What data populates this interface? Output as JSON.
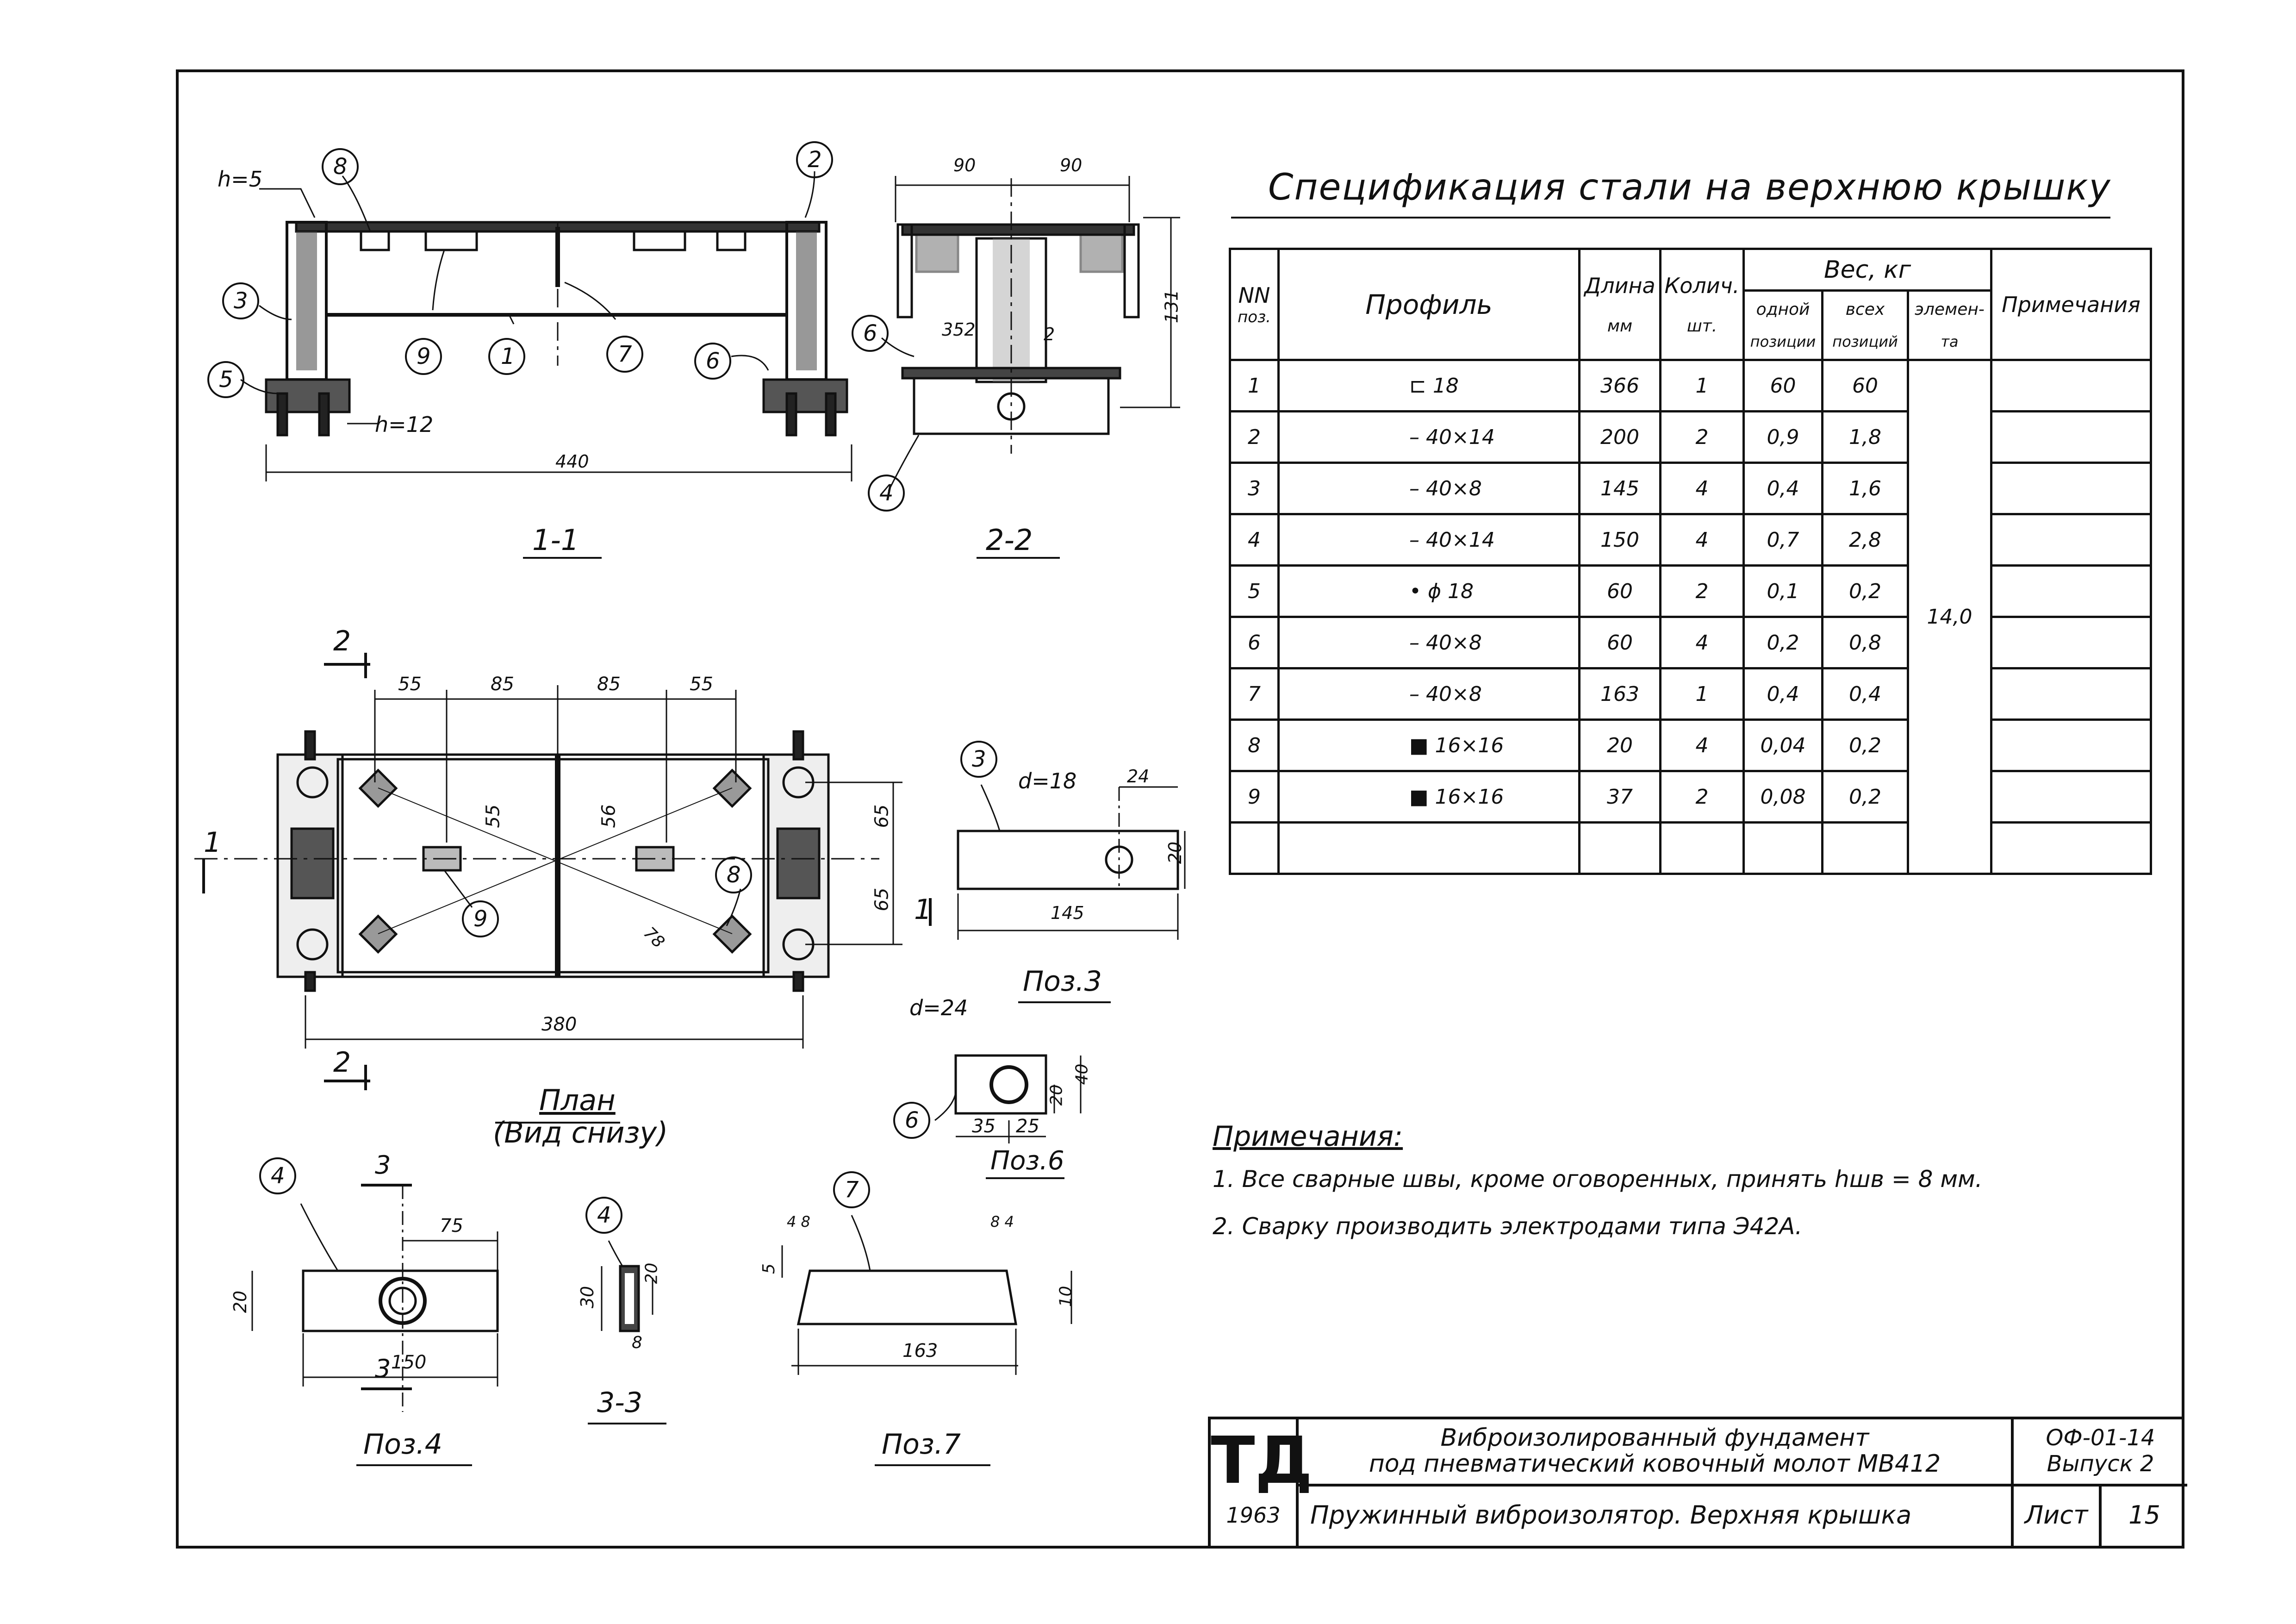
{
  "drawing": {
    "sections": [
      "1-1",
      "2-2"
    ],
    "plan_title": "План",
    "plan_subtitle": "(Вид снизу)",
    "details": [
      "Поз.3",
      "Поз.6",
      "Поз.4",
      "3-3",
      "Поз.7"
    ],
    "labels": {
      "h5": "h=5",
      "h12": "h=12",
      "d18": "d=18",
      "d24": "d=24",
      "cut1": "1",
      "cut2": "2",
      "cut3": "3"
    },
    "dims": {
      "s11_width": "440",
      "s22_left": "90",
      "s22_right": "90",
      "s22_height": "131",
      "s22_inner": "352",
      "s22_small": "2",
      "plan_top": [
        "55",
        "85",
        "85",
        "55"
      ],
      "plan_width": "380",
      "plan_55": "55",
      "plan_56": "56",
      "plan_65a": "65",
      "plan_65b": "65",
      "plan_78": "78",
      "p3_len": "145",
      "p3_h": "20",
      "p3_24": "24",
      "p6_35": "35",
      "p6_25": "25",
      "p6_20": "20",
      "p6_40": "40",
      "p4_75": "75",
      "p4_150": "150",
      "p4_20": "20",
      "s33_30": "30",
      "s33_20": "20",
      "s33_8": "8",
      "p7_163": "163",
      "p7_5": "5",
      "p7_10": "10",
      "p7_48": "4 8",
      "p7_84": "8 4"
    },
    "callouts": [
      "1",
      "2",
      "3",
      "4",
      "5",
      "6",
      "7",
      "8",
      "9"
    ]
  },
  "spec": {
    "title": "Спецификация стали на верхнюю крышку",
    "headers": {
      "pos": "NN",
      "pos_sub": "поз.",
      "profile": "Профиль",
      "length": "Длина",
      "length_unit": "мм",
      "qty": "Колич.",
      "qty_unit": "шт.",
      "weight": "Вес, кг",
      "one": "одной",
      "one_sub": "позиции",
      "all": "всех",
      "all_sub": "позиций",
      "elem": "элемен-",
      "elem_sub": "та",
      "note": "Примечания"
    },
    "rows": [
      {
        "pos": "1",
        "profile": "⊏ 18",
        "length": "366",
        "qty": "1",
        "one": "60",
        "all": "60"
      },
      {
        "pos": "2",
        "profile": "– 40×14",
        "length": "200",
        "qty": "2",
        "one": "0,9",
        "all": "1,8"
      },
      {
        "pos": "3",
        "profile": "– 40×8",
        "length": "145",
        "qty": "4",
        "one": "0,4",
        "all": "1,6"
      },
      {
        "pos": "4",
        "profile": "– 40×14",
        "length": "150",
        "qty": "4",
        "one": "0,7",
        "all": "2,8"
      },
      {
        "pos": "5",
        "profile": "• ϕ 18",
        "length": "60",
        "qty": "2",
        "one": "0,1",
        "all": "0,2"
      },
      {
        "pos": "6",
        "profile": "– 40×8",
        "length": "60",
        "qty": "4",
        "one": "0,2",
        "all": "0,8"
      },
      {
        "pos": "7",
        "profile": "– 40×8",
        "length": "163",
        "qty": "1",
        "one": "0,4",
        "all": "0,4"
      },
      {
        "pos": "8",
        "profile": "■ 16×16",
        "length": "20",
        "qty": "4",
        "one": "0,04",
        "all": "0,2"
      },
      {
        "pos": "9",
        "profile": "■ 16×16",
        "length": "37",
        "qty": "2",
        "one": "0,08",
        "all": "0,2"
      }
    ],
    "element_weight": "14,0"
  },
  "notes": {
    "heading": "Примечания:",
    "items": [
      "1. Все сварные швы, кроме оговоренных, принять hшв = 8 мм.",
      "2. Сварку производить электродами типа Э42А."
    ]
  },
  "title_block": {
    "logo": "ТД",
    "year": "1963",
    "project_line1": "Виброизолированный фундамент",
    "project_line2": "под пневматический ковочный молот МВ412",
    "code": "ОФ-01-14",
    "issue": "Выпуск 2",
    "sheet_title": "Пружинный виброизолятор. Верхняя крышка",
    "sheet_label": "Лист",
    "sheet_no": "15"
  }
}
